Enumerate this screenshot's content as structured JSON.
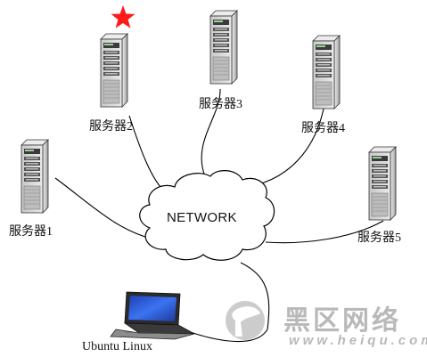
{
  "diagram": {
    "hub_label": "NETWORK",
    "nodes": [
      {
        "id": "server1",
        "label": "服务器1"
      },
      {
        "id": "server2",
        "label": "服务器2",
        "marked": true
      },
      {
        "id": "server3",
        "label": "服务器3"
      },
      {
        "id": "server4",
        "label": "服务器4"
      },
      {
        "id": "server5",
        "label": "服务器5"
      },
      {
        "id": "client",
        "label": "Ubuntu Linux"
      }
    ]
  },
  "watermark": {
    "title": "黑区网络",
    "url": "www.heiqu.com"
  },
  "colors": {
    "star": "#ff1a1a",
    "server_body": "#d6d6d6",
    "laptop_screen": "#2a5ad8",
    "watermark": "#b9b9b9"
  }
}
